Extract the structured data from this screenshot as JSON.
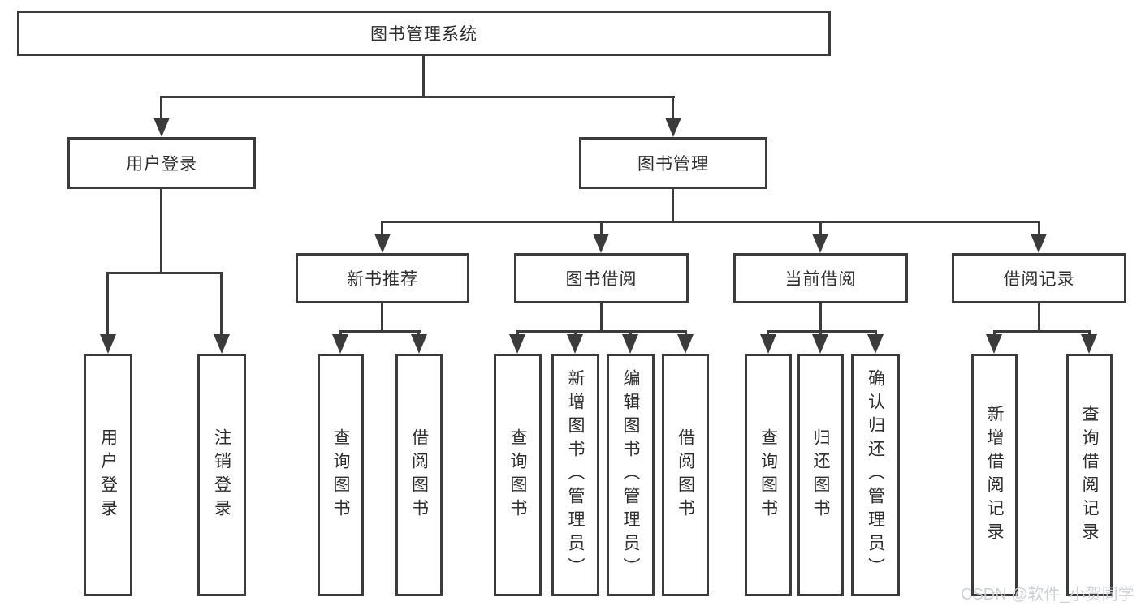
{
  "diagram_type": "hierarchy-tree",
  "tree": {
    "label": "图书管理系统",
    "children": [
      {
        "label": "用户登录",
        "children": [
          {
            "label": "用户登录"
          },
          {
            "label": "注销登录"
          }
        ]
      },
      {
        "label": "图书管理",
        "children": [
          {
            "label": "新书推荐",
            "children": [
              {
                "label": "查询图书"
              },
              {
                "label": "借阅图书"
              }
            ]
          },
          {
            "label": "图书借阅",
            "children": [
              {
                "label": "查询图书"
              },
              {
                "label": "新增图书（管理员）"
              },
              {
                "label": "编辑图书（管理员）"
              },
              {
                "label": "借阅图书"
              }
            ]
          },
          {
            "label": "当前借阅",
            "children": [
              {
                "label": "查询图书"
              },
              {
                "label": "归还图书"
              },
              {
                "label": "确认归还（管理员）"
              }
            ]
          },
          {
            "label": "借阅记录",
            "children": [
              {
                "label": "新增借阅记录"
              },
              {
                "label": "查询借阅记录"
              }
            ]
          }
        ]
      }
    ]
  },
  "watermark": {
    "text": "CSDN @软件_小贺同学"
  },
  "colors": {
    "line": "#3b3b3b",
    "text": "#2e2e2e",
    "background": "#ffffff",
    "watermark": "#cbced3"
  }
}
